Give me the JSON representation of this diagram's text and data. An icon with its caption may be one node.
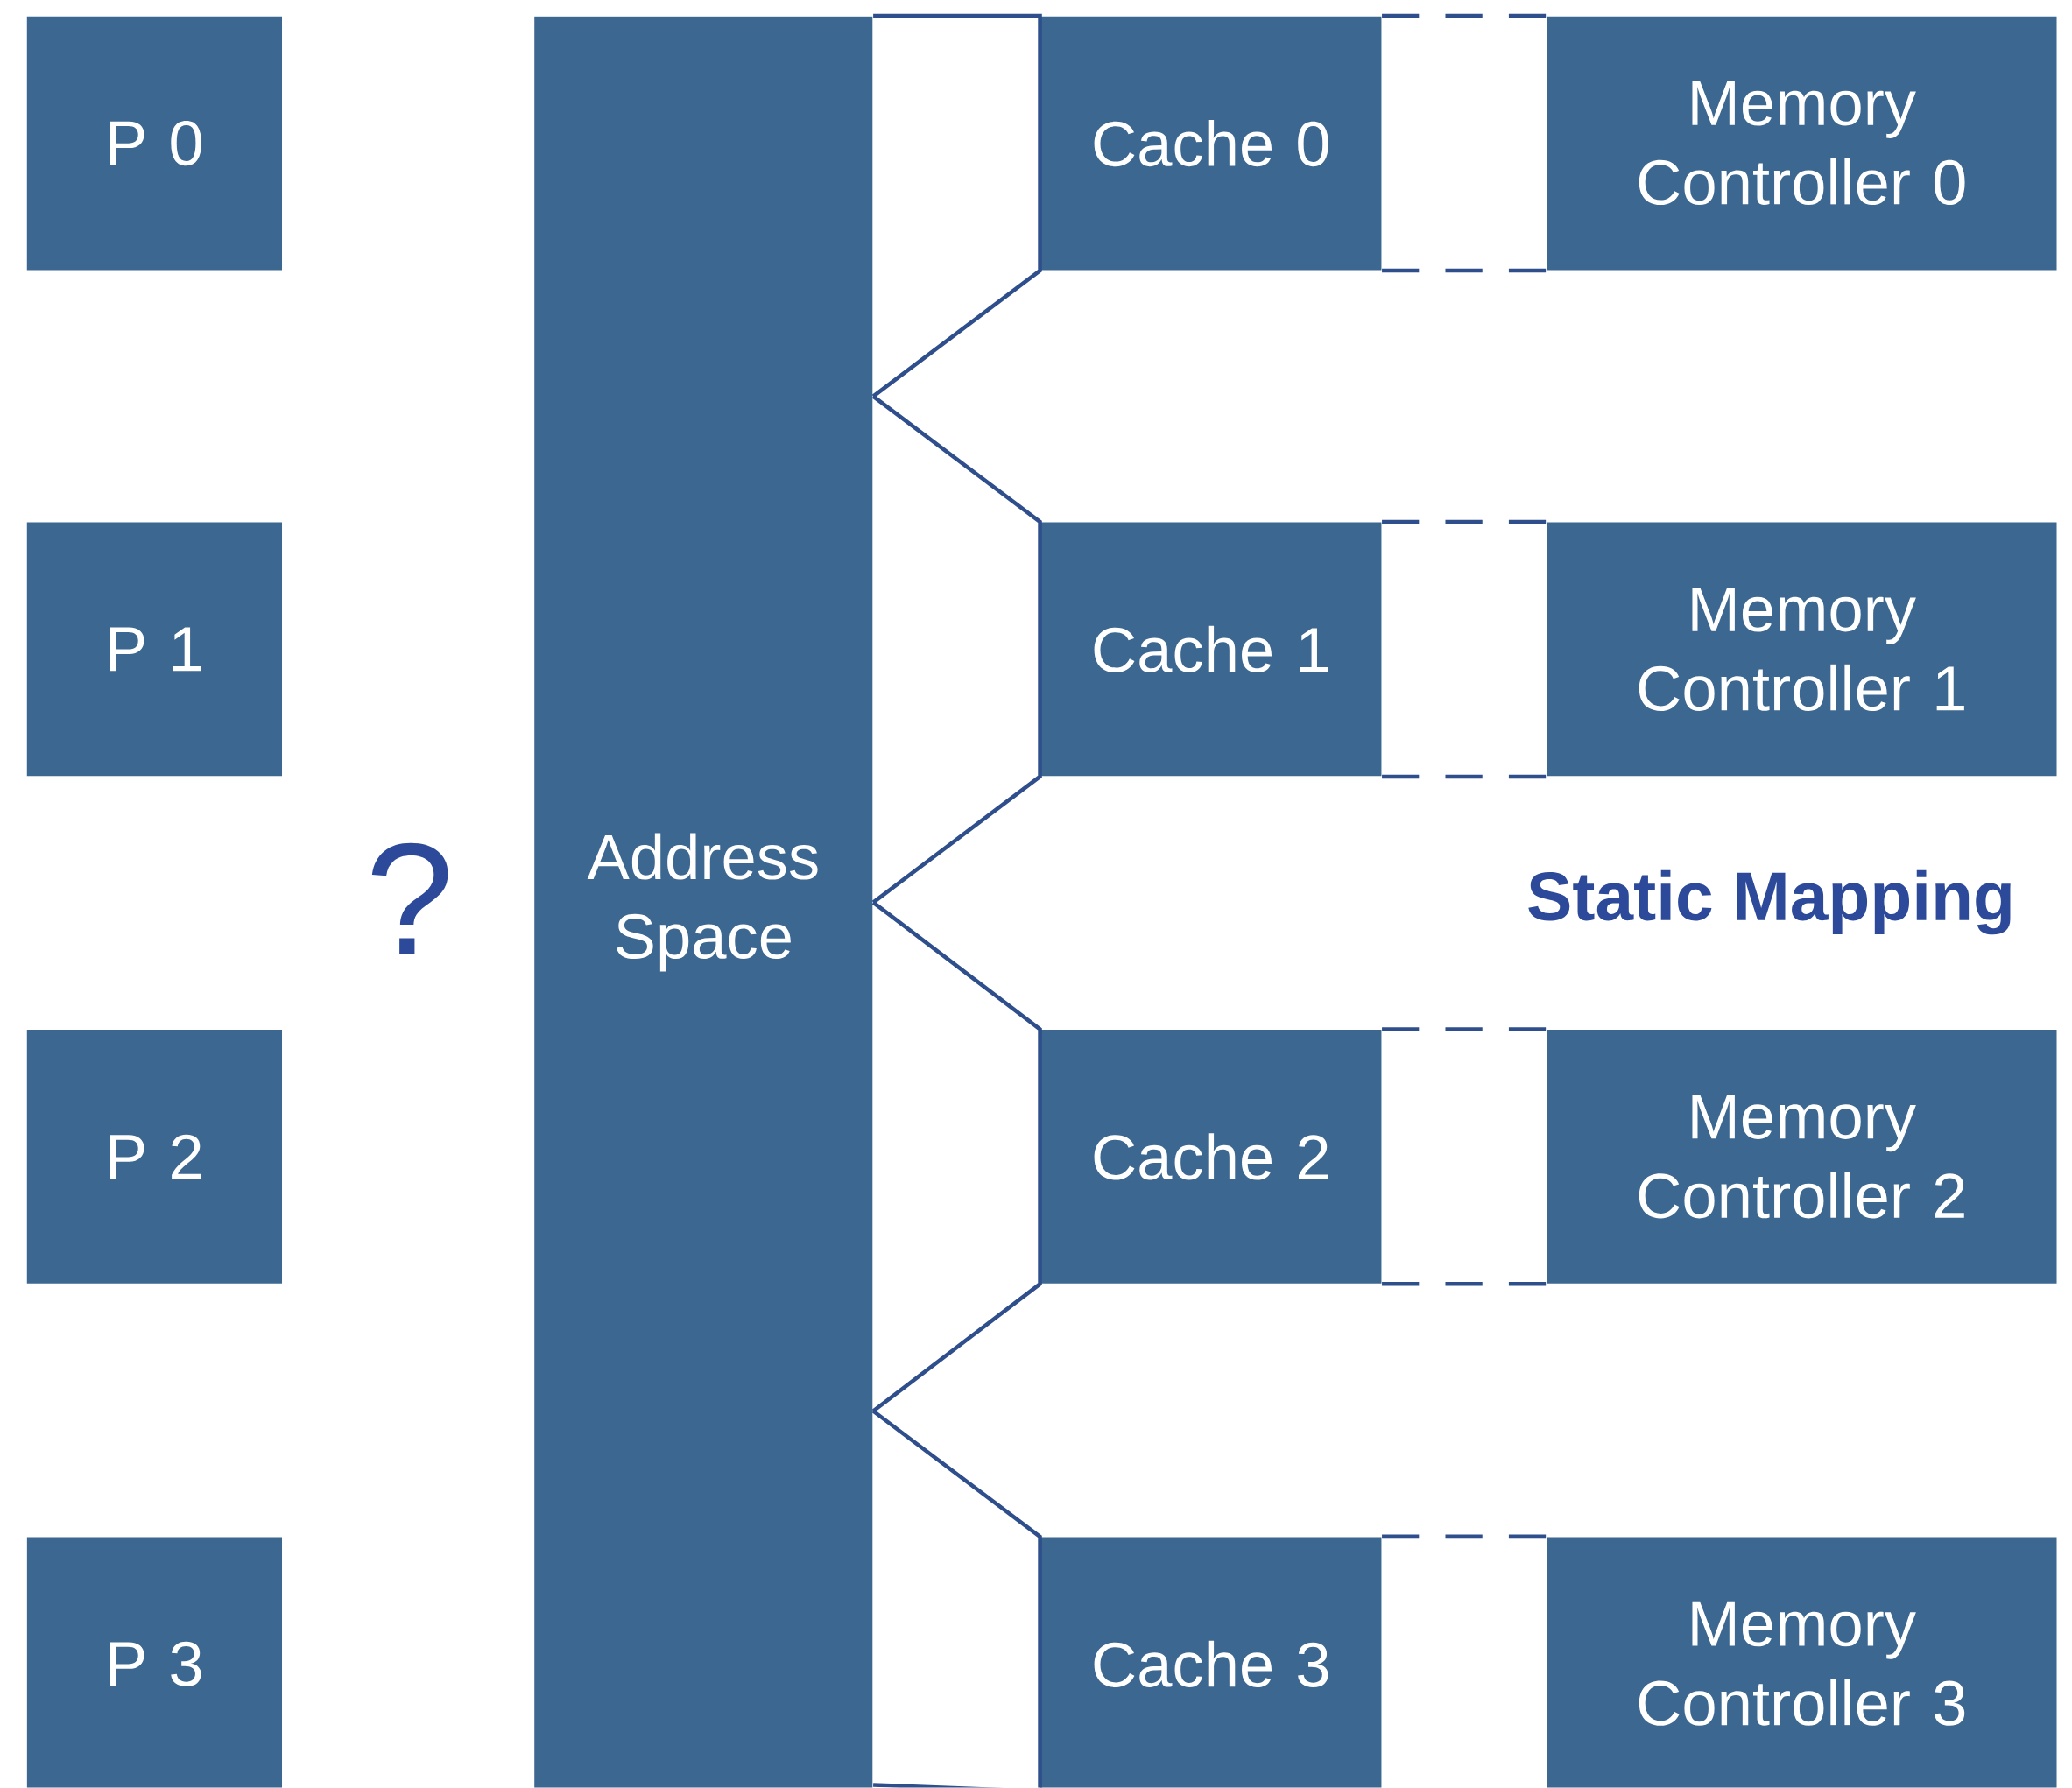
{
  "diagram": {
    "nodes": [
      {
        "text": [
          "P 0"
        ]
      },
      {
        "text": [
          "P 1"
        ]
      },
      {
        "text": [
          "P 2"
        ]
      },
      {
        "text": [
          "P 3"
        ]
      },
      {
        "text": [
          "Address Space"
        ]
      },
      {
        "text": [
          "Cache 0"
        ]
      },
      {
        "text": [
          "Cache 1"
        ]
      },
      {
        "text": [
          "Cache 2"
        ]
      },
      {
        "text": [
          "Cache 3"
        ]
      },
      {
        "text": [
          "Memory Controller 0"
        ]
      },
      {
        "text": [
          "Memory Controller 1"
        ]
      },
      {
        "text": [
          "Memory Controller 2"
        ]
      },
      {
        "text": [
          "Memory Controller 3"
        ]
      }
    ],
    "edges": [
      {
        "from": 4,
        "to": 5,
        "arrow": "none"
      },
      {
        "from": 4,
        "to": 6,
        "arrow": "none"
      },
      {
        "from": 4,
        "to": 7,
        "arrow": "none"
      },
      {
        "from": 4,
        "to": 8,
        "arrow": "none"
      },
      {
        "from": 5,
        "to": 9,
        "arrow": "none",
        "style": "dashed"
      },
      {
        "from": 6,
        "to": 10,
        "arrow": "none",
        "style": "dashed"
      },
      {
        "from": 7,
        "to": 11,
        "arrow": "none",
        "style": "dashed"
      },
      {
        "from": 8,
        "to": 12,
        "arrow": "none",
        "style": "dashed"
      }
    ],
    "labels": [
      "?",
      "Static Mapping"
    ]
  }
}
